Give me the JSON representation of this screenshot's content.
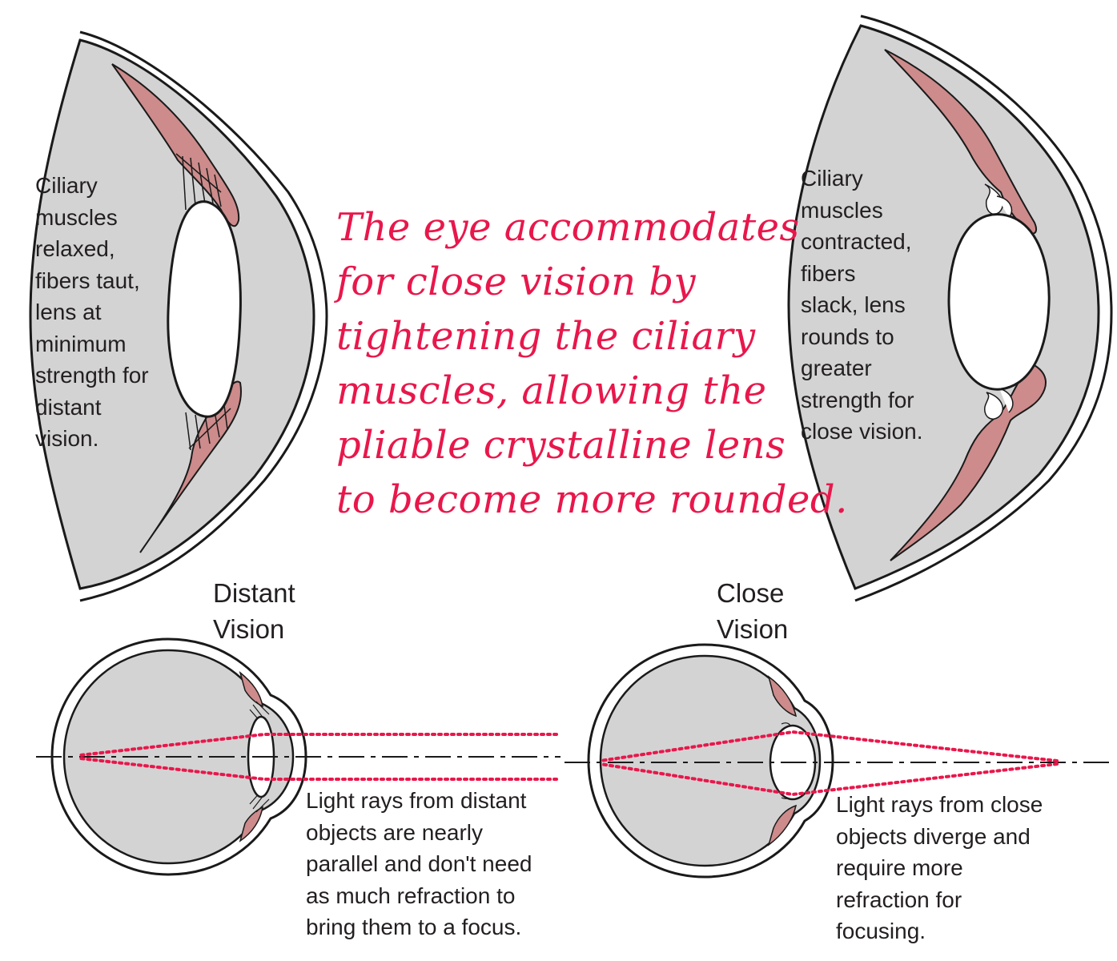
{
  "headline": [
    "The eye accommodates",
    " for close vision by",
    "tightening the ciliary",
    "muscles, allowing the",
    "pliable crystalline lens",
    "to become more rounded."
  ],
  "left_eye_caption": [
    "Ciliary",
    "muscles",
    "relaxed,",
    "fibers taut,",
    "lens at",
    "minimum",
    "strength for",
    "distant",
    "vision."
  ],
  "right_eye_caption": [
    "Ciliary",
    "muscles",
    "contracted,",
    "fibers",
    "slack, lens",
    "rounds to",
    "greater",
    "strength for",
    "close vision."
  ],
  "distant_heading": [
    "Distant",
    "Vision"
  ],
  "close_heading": [
    "Close",
    "Vision"
  ],
  "distant_caption": [
    "Light rays from distant",
    "objects are nearly",
    "parallel and don't need",
    "as much refraction to",
    "bring them to a focus."
  ],
  "close_caption": [
    "Light rays from close",
    "objects diverge and",
    "require more",
    "refraction for",
    "focusing."
  ],
  "colors": {
    "eye_fill": "#d3d3d3",
    "muscle_fill": "#cd8b8b",
    "ray_color": "#e8174b",
    "outline": "#1a1a1a",
    "headline_color": "#e8174b"
  }
}
